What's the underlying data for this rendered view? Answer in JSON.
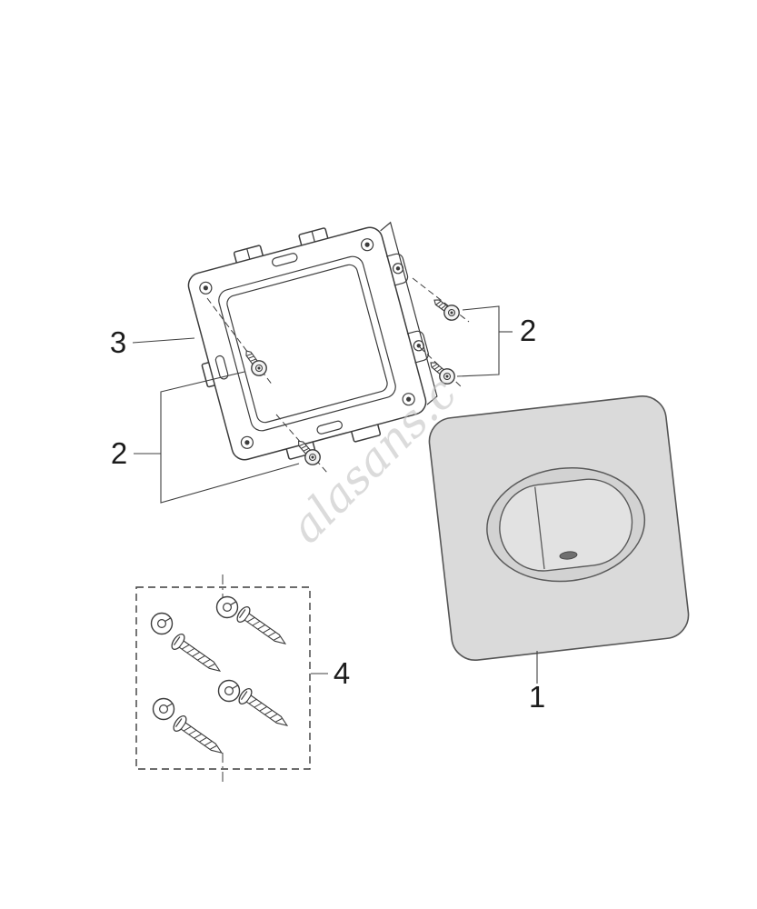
{
  "colors": {
    "line": "#3c3c3c",
    "plate_fill": "#dadada",
    "plate_ring_fill": "#d2d2d2",
    "plate_button_fill": "#e2e2e2",
    "label_color": "#1c1c1c",
    "watermark_color": "#c4c4c4"
  },
  "watermark": {
    "text": "alasans.c"
  },
  "diagram": {
    "callouts": [
      {
        "part": "flush-plate",
        "label": "1"
      },
      {
        "part": "frame-screws-right",
        "label": "2"
      },
      {
        "part": "frame-screws-left",
        "label": "2"
      },
      {
        "part": "mounting-frame",
        "label": "3"
      },
      {
        "part": "screw-pack",
        "label": "4"
      }
    ]
  }
}
